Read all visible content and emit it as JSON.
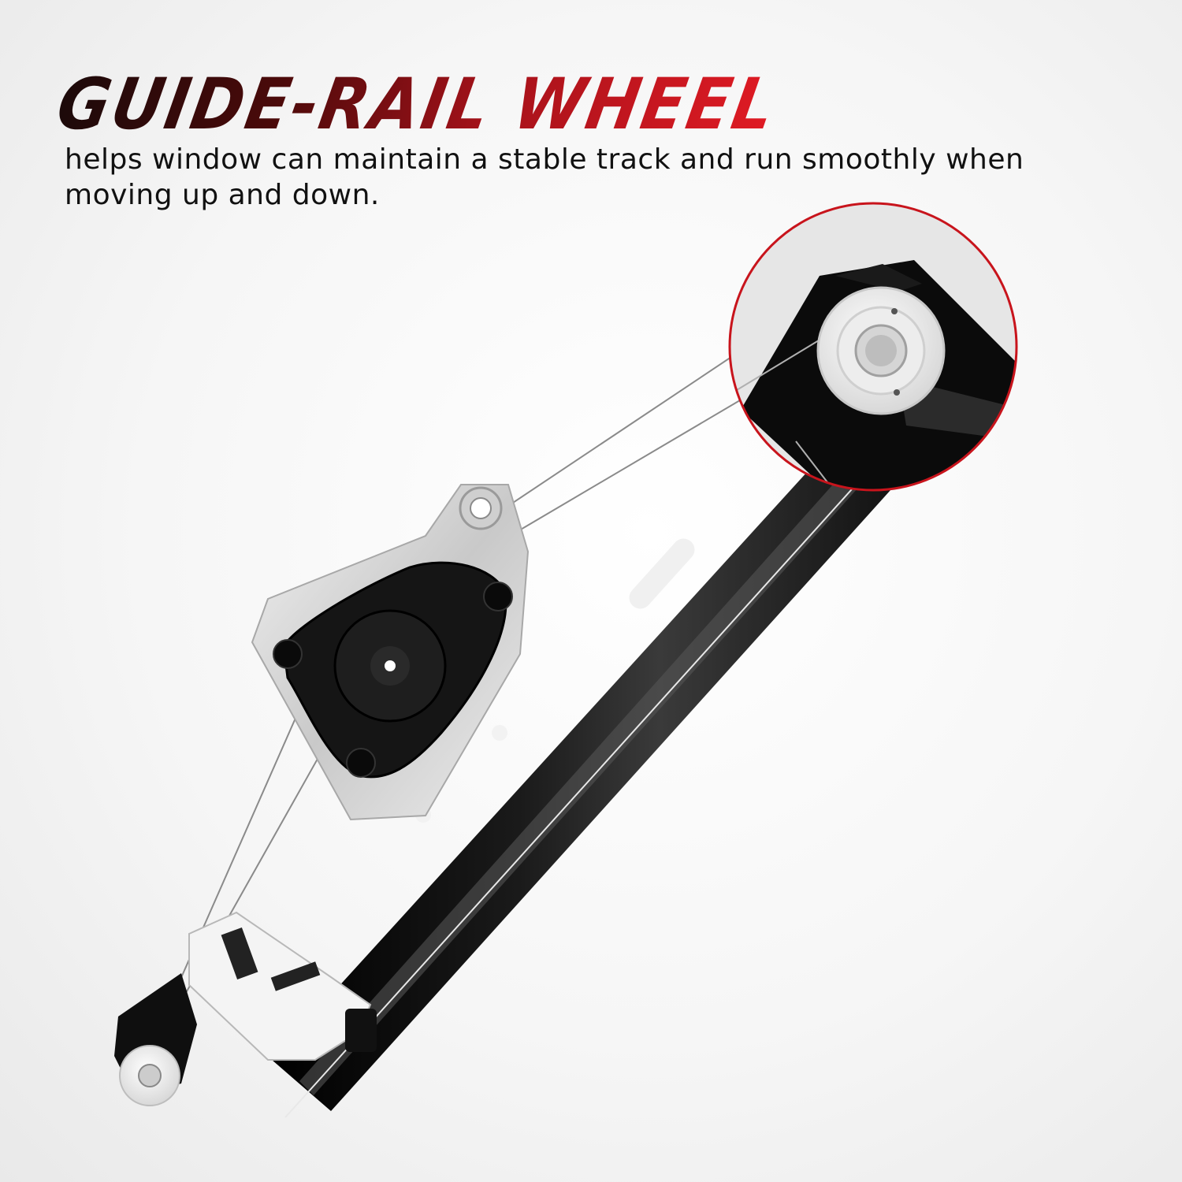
{
  "header": {
    "title": "GUIDE-RAIL WHEEL",
    "description": "helps window can maintain a stable track and run smoothly when moving up and down."
  },
  "colors": {
    "accent": "#e01b24",
    "accent_dark": "#4a0a0a",
    "rail": "#0d0d0d",
    "bracket": "#d9d9d9",
    "wheel": "#f2f2f2"
  },
  "icons": [
    "window-regulator-illustration",
    "guide-wheel-zoom-icon"
  ]
}
